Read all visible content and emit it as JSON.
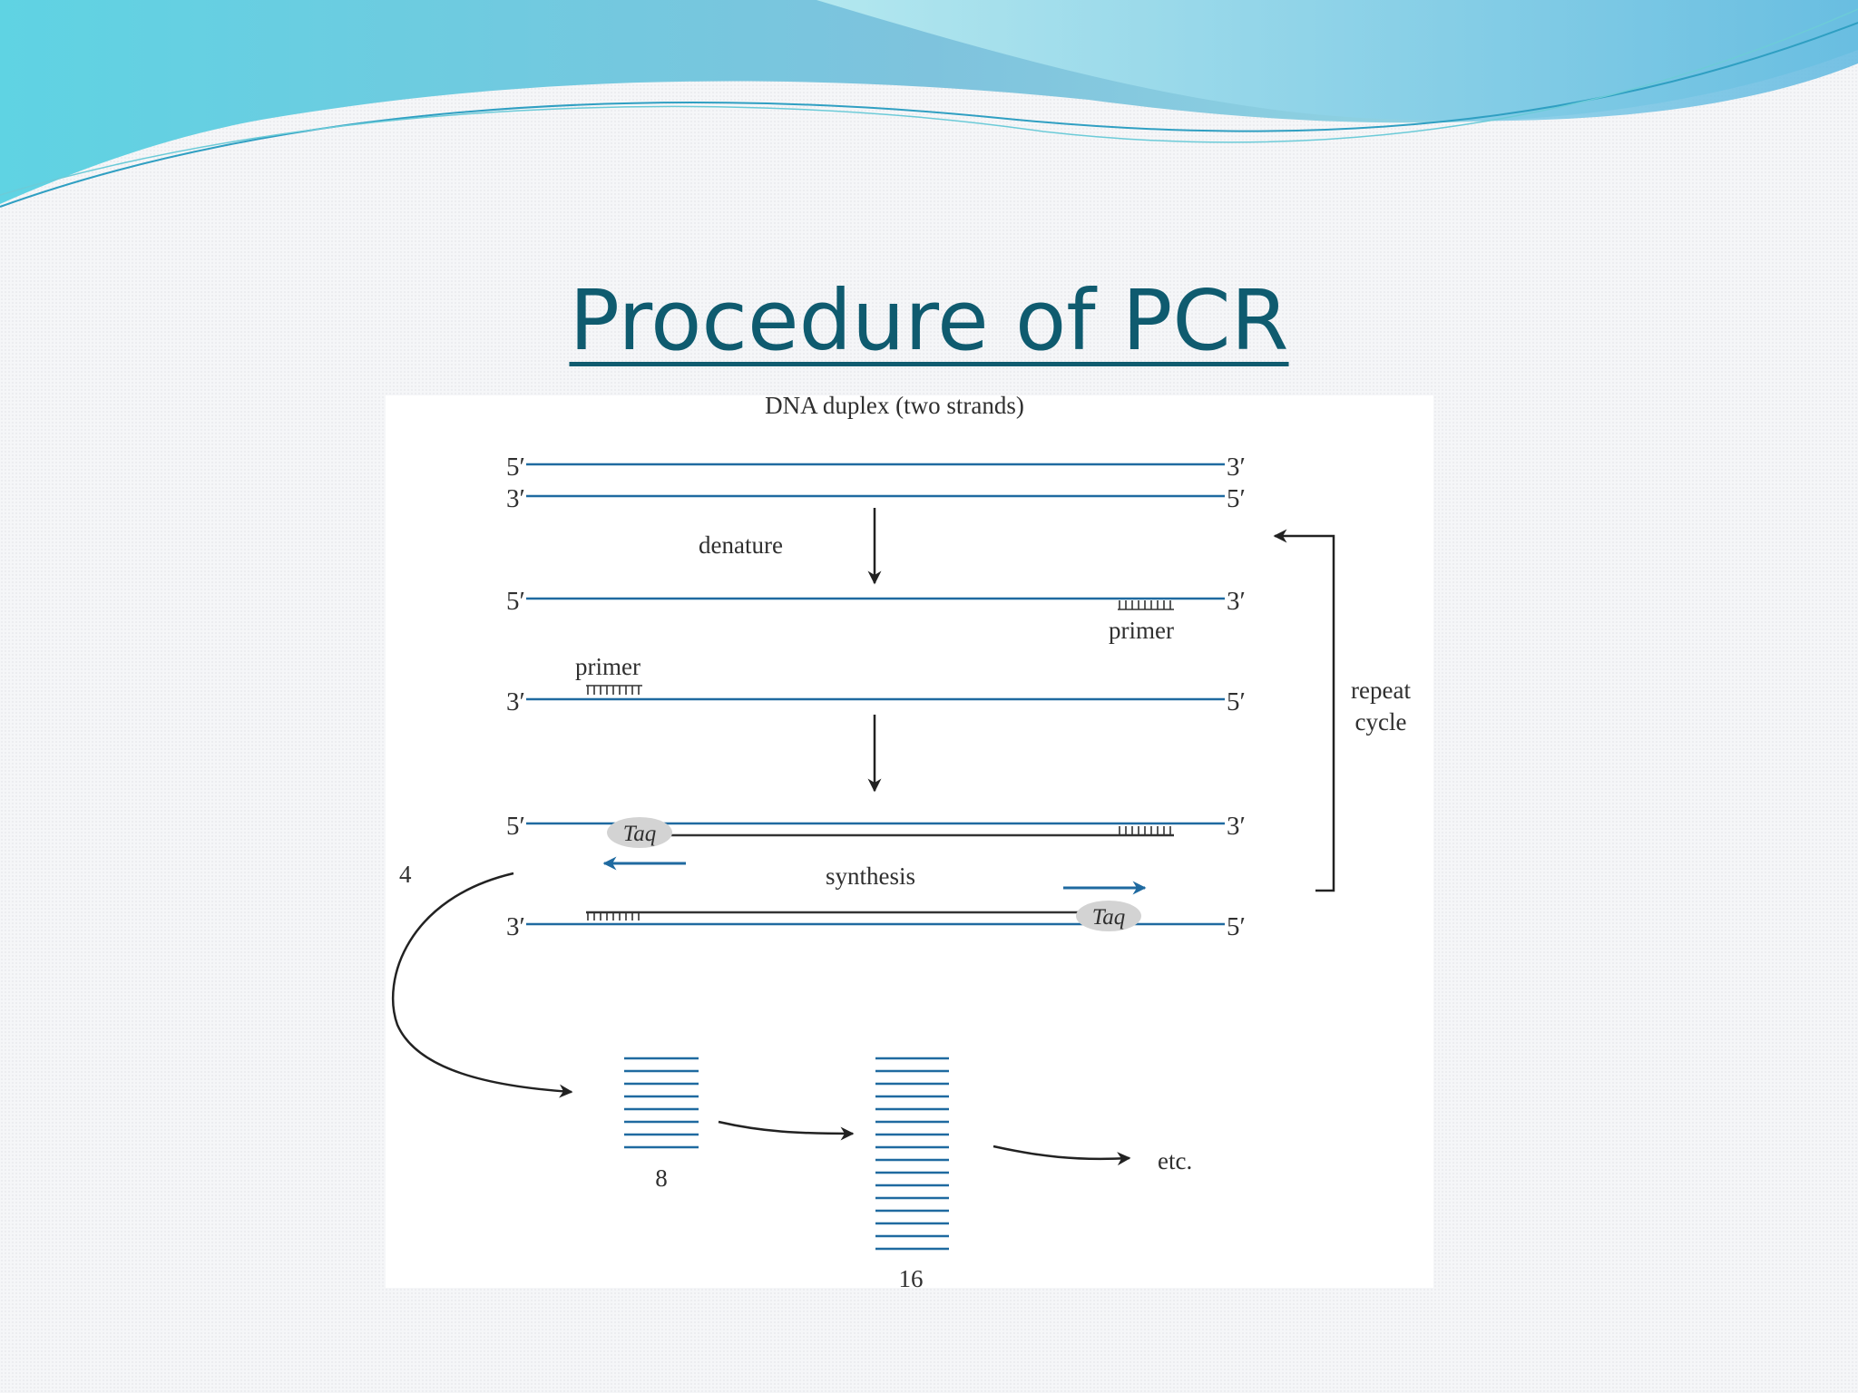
{
  "slide": {
    "title": "Procedure of PCR"
  },
  "colors": {
    "title": "#0f5b6f",
    "strand": "#1f6aa0",
    "wave_light": "#a8e3ec",
    "wave_dark": "#6cb7d9"
  },
  "diagram": {
    "heading": "DNA duplex (two strands)",
    "end_5": "5′",
    "end_3": "3′",
    "denature": "denature",
    "primer": "primer",
    "synthesis": "synthesis",
    "taq": "Taq",
    "repeat": "repeat",
    "cycle": "cycle",
    "cycle_count": "4",
    "count_8": "8",
    "count_16": "16",
    "etc": "etc."
  }
}
